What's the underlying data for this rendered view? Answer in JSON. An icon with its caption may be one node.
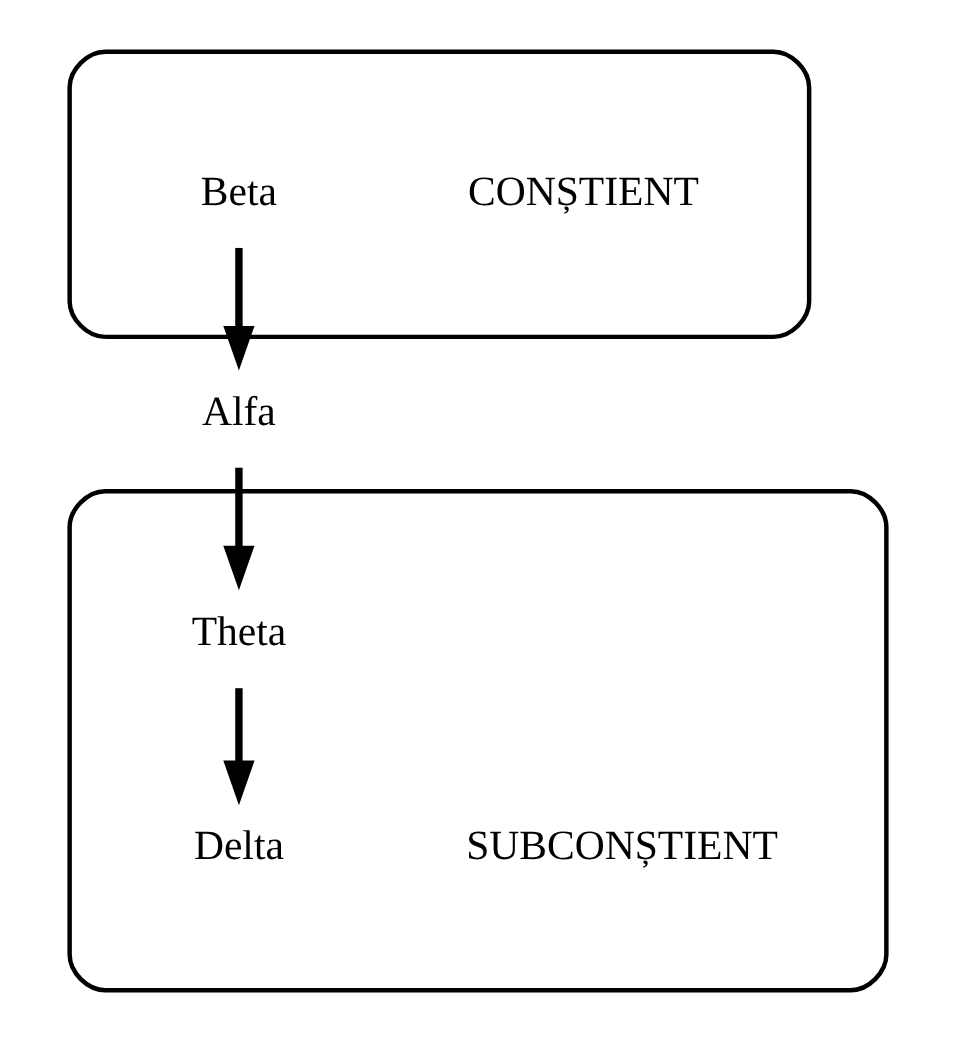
{
  "diagram": {
    "nodes": [
      {
        "text": [],
        "shape": "ellipse",
        "beside": [
          "CONȘTIENT"
        ]
      },
      {
        "text": [
          "Beta"
        ],
        "in": 0
      },
      {
        "text": [
          "Alfa"
        ]
      },
      {
        "text": [],
        "shape": "ellipse",
        "beside": [
          "SUBCONȘTIENT"
        ]
      },
      {
        "text": [
          "Theta"
        ],
        "in": 3
      },
      {
        "text": [
          "Delta"
        ],
        "in": 3
      }
    ],
    "edges": [
      {
        "from": 1,
        "to": 2,
        "arrow": "to"
      },
      {
        "from": 2,
        "to": 4,
        "arrow": "to"
      },
      {
        "from": 4,
        "to": 5,
        "arrow": "to"
      }
    ]
  }
}
